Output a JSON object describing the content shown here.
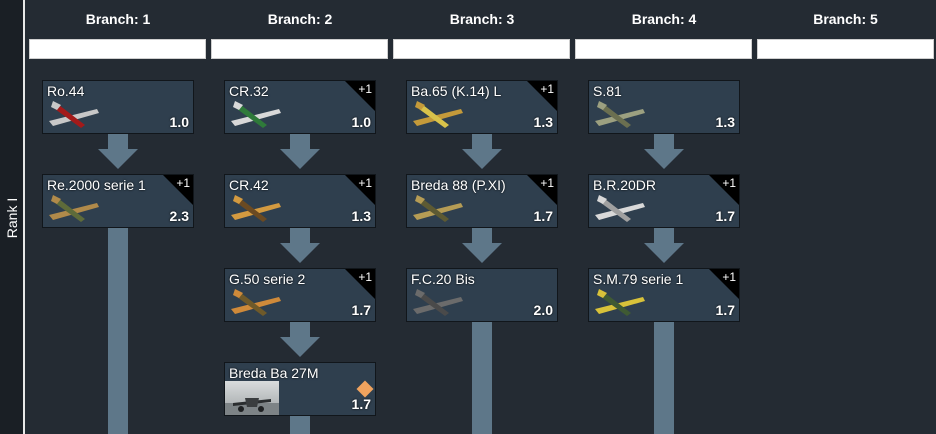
{
  "rank": {
    "label": "Rank I"
  },
  "branches": [
    {
      "label": "Branch: 1"
    },
    {
      "label": "Branch: 2"
    },
    {
      "label": "Branch: 3"
    },
    {
      "label": "Branch: 4"
    },
    {
      "label": "Branch: 5"
    }
  ],
  "vehicles": {
    "ro44": {
      "name": "Ro.44",
      "br": "1.0",
      "colors": [
        "#c8c8c8",
        "#a31a1a"
      ]
    },
    "re2000": {
      "name": "Re.2000 serie 1",
      "br": "2.3",
      "badge": "+1",
      "colors": [
        "#b08a4a",
        "#5e6b3a"
      ]
    },
    "cr32": {
      "name": "CR.32",
      "br": "1.0",
      "badge": "+1",
      "colors": [
        "#d8d8d8",
        "#2f7a3a"
      ]
    },
    "cr42": {
      "name": "CR.42",
      "br": "1.3",
      "badge": "+1",
      "colors": [
        "#d39a40",
        "#6b4a22"
      ]
    },
    "g50": {
      "name": "G.50 serie 2",
      "br": "1.7",
      "badge": "+1",
      "colors": [
        "#cf8a3a",
        "#6f5a2a"
      ]
    },
    "breda27": {
      "name": "Breda Ba 27M",
      "br": "1.7"
    },
    "ba65": {
      "name": "Ba.65 (K.14) L",
      "br": "1.3",
      "badge": "+1",
      "colors": [
        "#c49a3a",
        "#d8c24a"
      ]
    },
    "breda88": {
      "name": "Breda 88 (P.XI)",
      "br": "1.7",
      "badge": "+1",
      "colors": [
        "#b59c55",
        "#5d5a33"
      ]
    },
    "fc20": {
      "name": "F.C.20 Bis",
      "br": "2.0",
      "colors": [
        "#6b6b6b",
        "#4a4a4a"
      ]
    },
    "s81": {
      "name": "S.81",
      "br": "1.3",
      "colors": [
        "#9ca080",
        "#6b6f50"
      ]
    },
    "br20": {
      "name": "B.R.20DR",
      "br": "1.7",
      "badge": "+1",
      "colors": [
        "#d8d8d8",
        "#a0a0a0"
      ]
    },
    "sm79": {
      "name": "S.M.79 serie 1",
      "br": "1.7",
      "badge": "+1",
      "colors": [
        "#d8c23a",
        "#3f5a33"
      ]
    }
  }
}
